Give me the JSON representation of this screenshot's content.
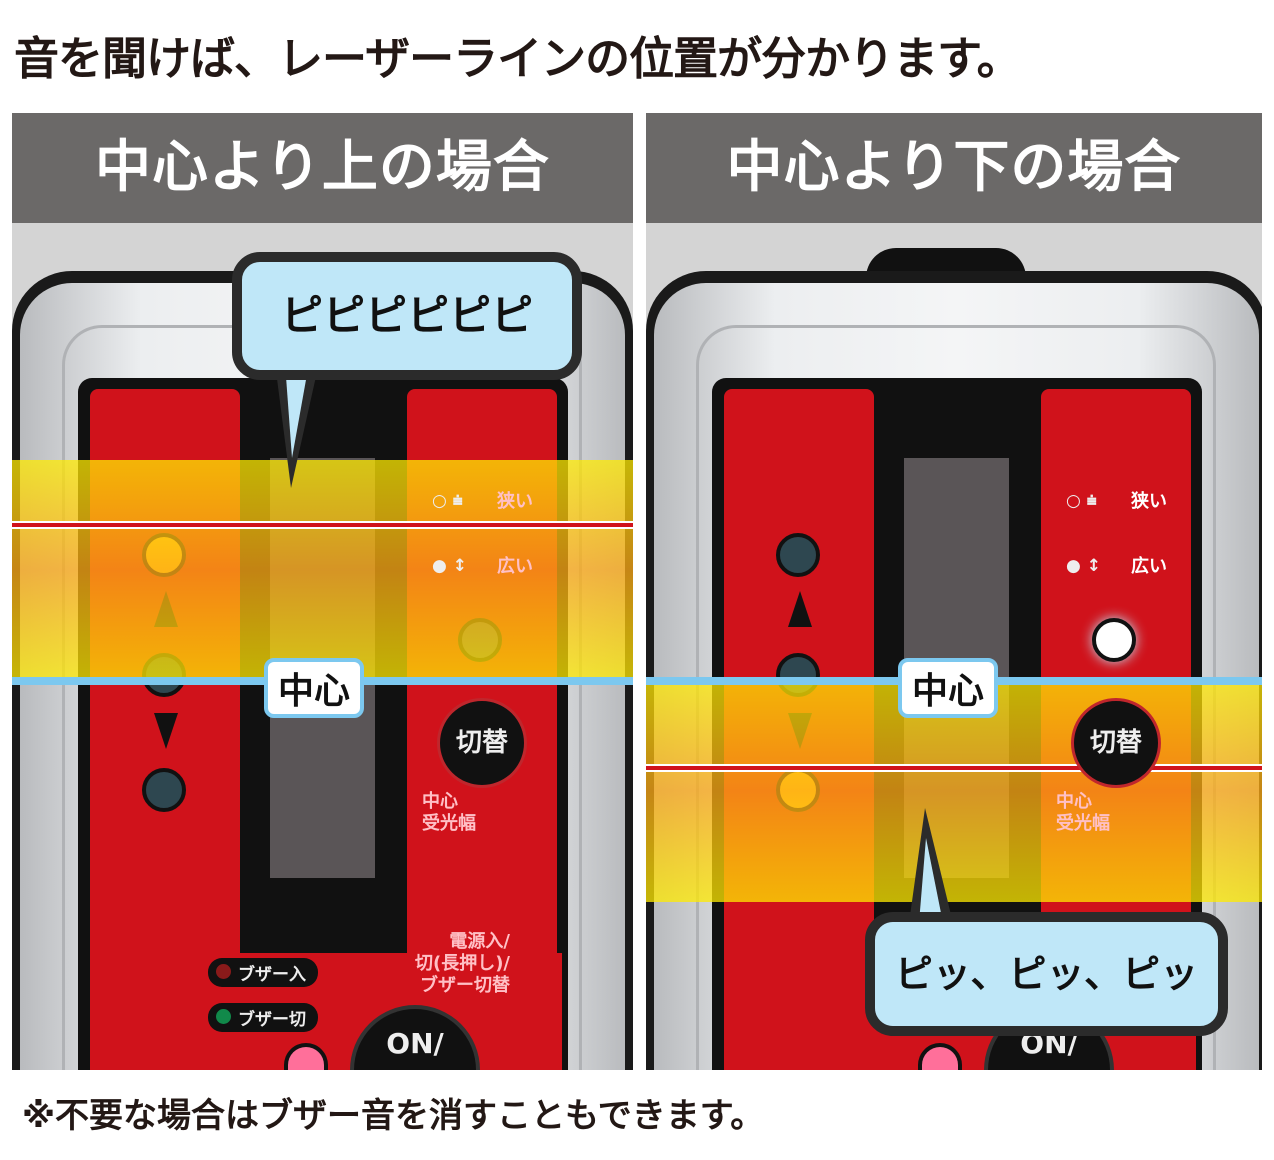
{
  "title": "音を聞けば、レーザーラインの位置が分かります。",
  "footer": "※不要な場合はブザー音を消すこともできます。",
  "device": {
    "narrow": "狭い",
    "wide": "広い",
    "switch": "切替",
    "center_width": "中心\n受光幅",
    "center_width_l1": "中心",
    "center_width_l2": "受光幅",
    "power_l1": "電源入/",
    "power_l2": "切(長押し)/",
    "power_l3": "ブザー切替",
    "buzzer_on": "ブザー入",
    "buzzer_off": "ブザー切",
    "on": "ON/"
  },
  "center_label": "中心",
  "panels": [
    {
      "heading": "中心より上の場合",
      "sound": "ピピピピピピ"
    },
    {
      "heading": "中心より下の場合",
      "sound": "ピッ、ピッ、ピッ"
    }
  ],
  "colors": {
    "header": "#6b6968",
    "red": "#d0121b",
    "blue_line": "#7cc8ef",
    "bubble": "#bfe7f8"
  }
}
